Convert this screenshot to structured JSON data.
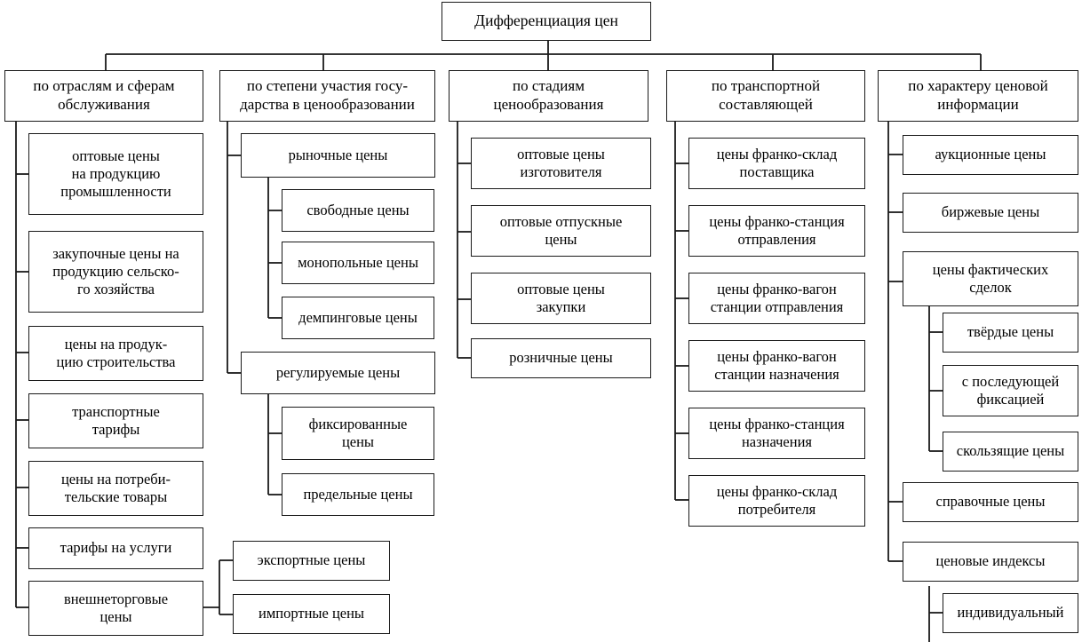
{
  "diagram": {
    "title": "Дифференциация цен",
    "type": "hierarchical-tree",
    "language": "ru",
    "colors": {
      "stroke": "#1a1a1a",
      "fill": "#ffffff",
      "text": "#000000"
    },
    "root": {
      "label": "Дифференциация цен"
    },
    "branches": [
      {
        "label": "по отраслям и сферам\nобслуживания",
        "children": [
          {
            "label": "оптовые цены\nна продукцию\nпромышленности"
          },
          {
            "label": "закупочные цены на\nпродукцию сельско-\nго хозяйства"
          },
          {
            "label": "цены на продук-\nцию строительства"
          },
          {
            "label": "транспортные\nтарифы"
          },
          {
            "label": "цены на потреби-\nтельские товары"
          },
          {
            "label": "тарифы на услуги"
          },
          {
            "label": "внешнеторговые\nцены",
            "children": [
              {
                "label": "экспортные цены"
              },
              {
                "label": "импортные цены"
              }
            ]
          }
        ]
      },
      {
        "label": "по степени участия госу-\nдарства в ценообразовании",
        "children": [
          {
            "label": "рыночные цены",
            "children": [
              {
                "label": "свободные цены"
              },
              {
                "label": "монопольные цены"
              },
              {
                "label": "демпинговые цены"
              }
            ]
          },
          {
            "label": "регулируемые цены",
            "children": [
              {
                "label": "фиксированные\nцены"
              },
              {
                "label": "предельные цены"
              }
            ]
          }
        ]
      },
      {
        "label": "по стадиям\nценообразования",
        "children": [
          {
            "label": "оптовые цены\nизготовителя"
          },
          {
            "label": "оптовые отпускные\nцены"
          },
          {
            "label": "оптовые цены\nзакупки"
          },
          {
            "label": "розничные цены"
          }
        ]
      },
      {
        "label": "по транспортной\nсоставляющей",
        "children": [
          {
            "label": "цены франко-склад\nпоставщика"
          },
          {
            "label": "цены франко-станция\nотправления"
          },
          {
            "label": "цены франко-вагон\nстанции отправления"
          },
          {
            "label": "цены франко-вагон\nстанции назначения"
          },
          {
            "label": "цены франко-станция\nназначения"
          },
          {
            "label": "цены франко-склад\nпотребителя"
          }
        ]
      },
      {
        "label": "по характеру ценовой\nинформации",
        "children": [
          {
            "label": "аукционные цены"
          },
          {
            "label": "биржевые цены"
          },
          {
            "label": "цены фактических\nсделок",
            "children": [
              {
                "label": "твёрдые цены"
              },
              {
                "label": "с последующей\nфиксацией"
              },
              {
                "label": "скользящие цены"
              }
            ]
          },
          {
            "label": "справочные цены"
          },
          {
            "label": "ценовые индексы",
            "children": [
              {
                "label": "индивидуальный"
              }
            ]
          }
        ]
      }
    ]
  }
}
